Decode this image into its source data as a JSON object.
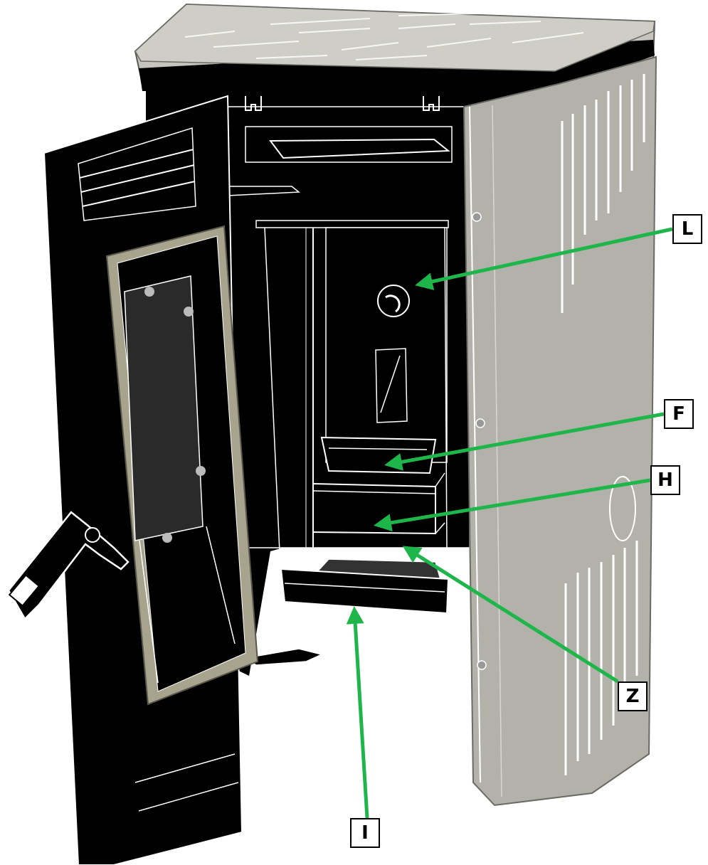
{
  "labels": {
    "L": "L",
    "F": "F",
    "H": "H",
    "Z": "Z",
    "I": "I"
  },
  "colors": {
    "stove_body": "#000000",
    "side_panel": "#b3b2aa",
    "top_plate": "#c6c5bd",
    "glass": "#2a2a2a",
    "gasket": "#a8a38c",
    "leader_line": "#1eb54a",
    "outline": "#ffffff"
  }
}
